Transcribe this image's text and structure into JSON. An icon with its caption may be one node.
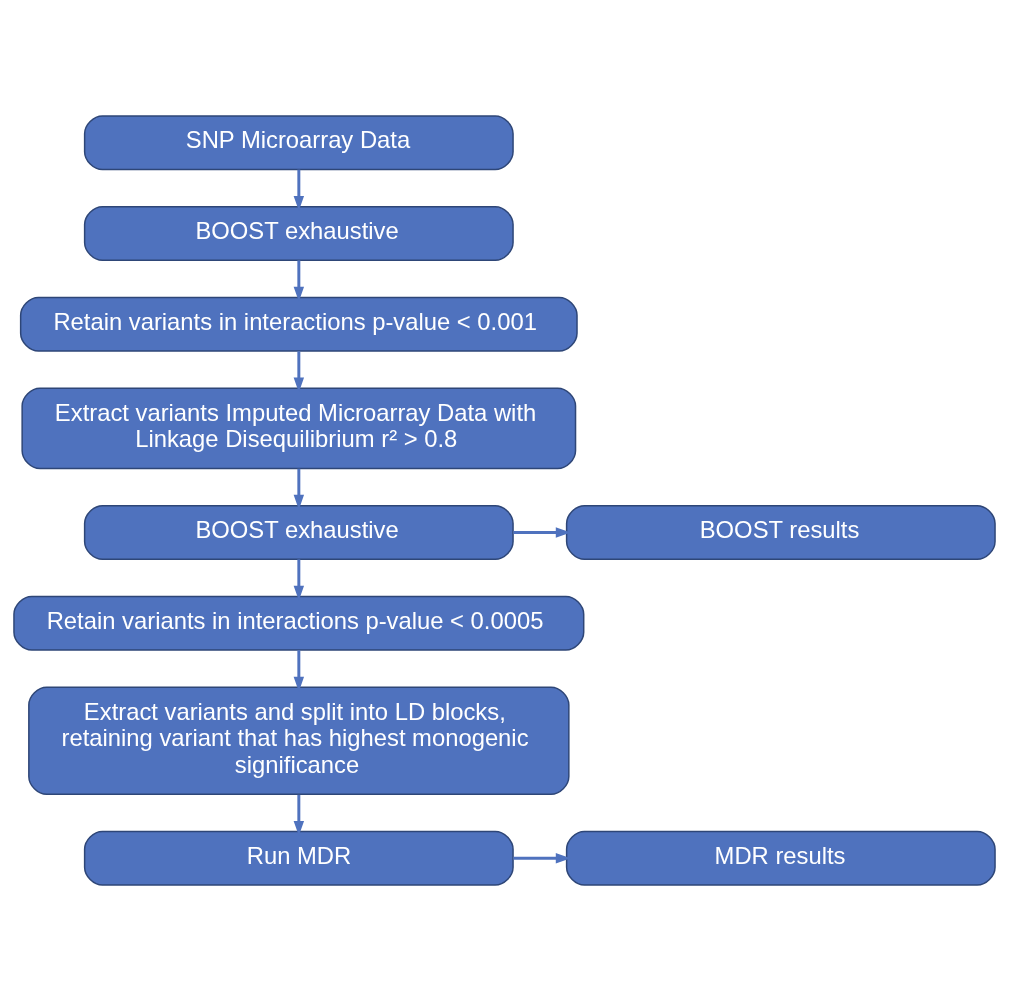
{
  "diagram": {
    "nodes": [
      {
        "text": [
          "SNP Microarray Data"
        ]
      },
      {
        "text": [
          "BOOST exhaustive"
        ]
      },
      {
        "text": [
          "Retain variants in interactions p-value < 0.001"
        ]
      },
      {
        "text": [
          "Extract variants Imputed Microarray Data with Linkage Disequilibrium r² > 0.8"
        ]
      },
      {
        "text": [
          "BOOST exhaustive"
        ]
      },
      {
        "text": [
          "BOOST results"
        ]
      },
      {
        "text": [
          "Retain variants in interactions p-value < 0.0005"
        ]
      },
      {
        "text": [
          "Extract variants and split into LD blocks, retaining variant that has highest monogenic significance"
        ]
      },
      {
        "text": [
          "Run MDR"
        ]
      },
      {
        "text": [
          "MDR results"
        ]
      }
    ],
    "edges": [
      {
        "from": 0,
        "to": 1,
        "arrow": "to"
      },
      {
        "from": 1,
        "to": 2,
        "arrow": "to"
      },
      {
        "from": 2,
        "to": 3,
        "arrow": "to"
      },
      {
        "from": 3,
        "to": 4,
        "arrow": "to"
      },
      {
        "from": 4,
        "to": 5,
        "arrow": "to"
      },
      {
        "from": 4,
        "to": 6,
        "arrow": "to"
      },
      {
        "from": 6,
        "to": 7,
        "arrow": "to"
      },
      {
        "from": 7,
        "to": 8,
        "arrow": "to"
      },
      {
        "from": 8,
        "to": 9,
        "arrow": "to"
      }
    ]
  }
}
